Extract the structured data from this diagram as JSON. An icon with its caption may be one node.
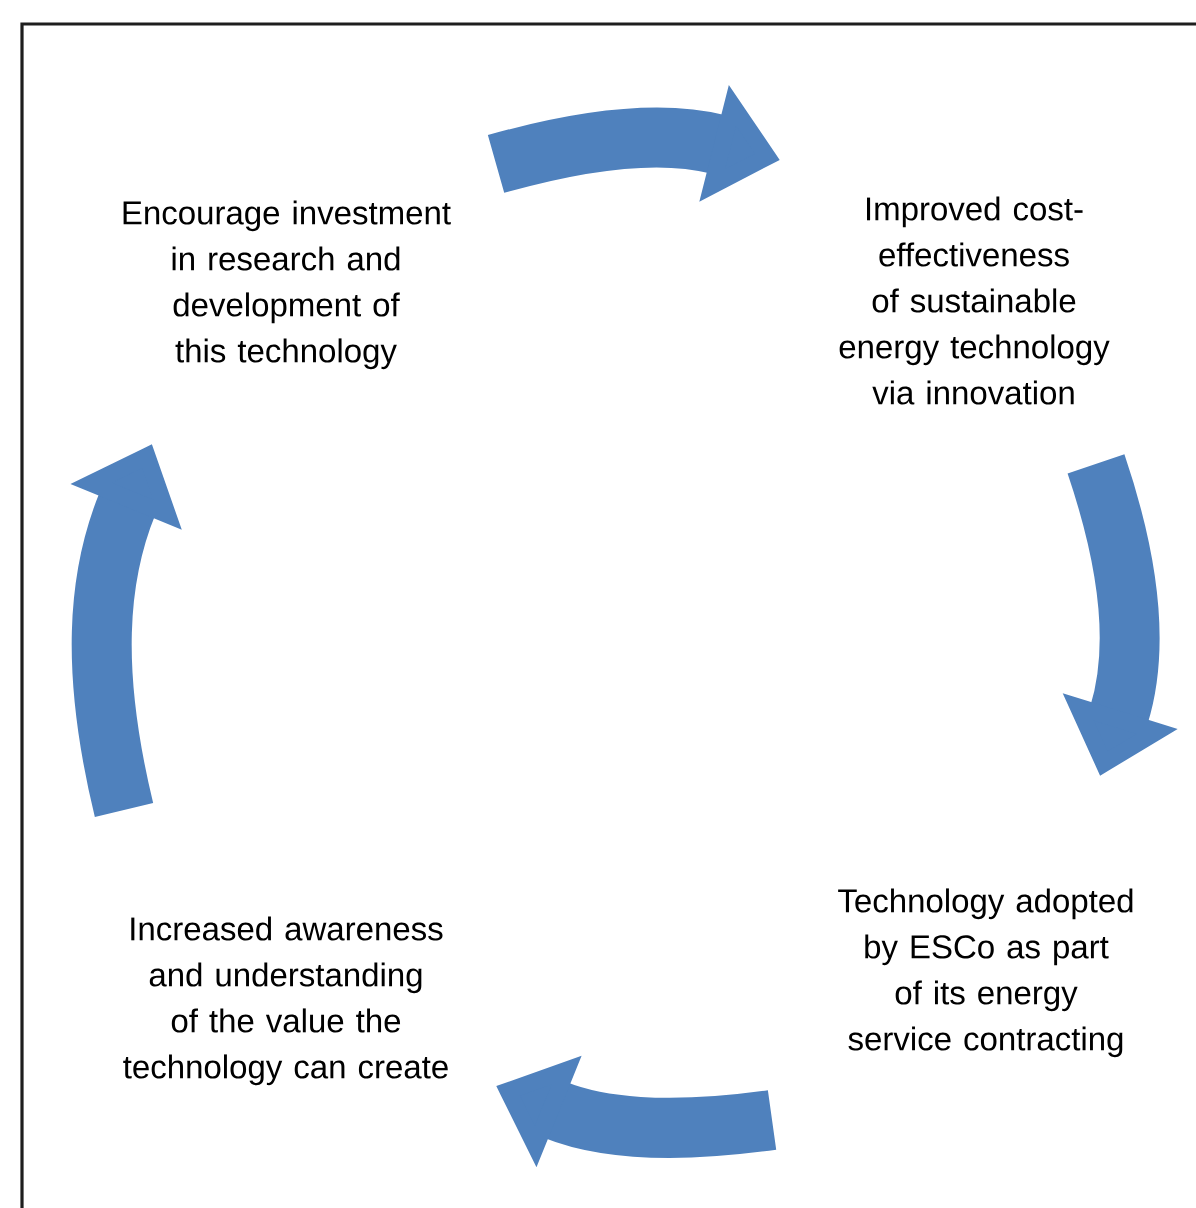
{
  "diagram": {
    "nodes": [
      {
        "text": [
          "Encourage investment in research and development of this technology"
        ]
      },
      {
        "text": [
          "Improved cost-effectiveness of sustainable energy technology via innovation"
        ]
      },
      {
        "text": [
          "Technology adopted by ESCo as part of its energy service contracting"
        ]
      },
      {
        "text": [
          "Increased awareness and understanding of the value the technology can create"
        ]
      }
    ],
    "edges": [
      {
        "from": 0,
        "to": 1,
        "arrow": "to"
      },
      {
        "from": 1,
        "to": 2,
        "arrow": "to"
      },
      {
        "from": 2,
        "to": 3,
        "arrow": "to"
      },
      {
        "from": 3,
        "to": 0,
        "arrow": "to"
      }
    ]
  }
}
